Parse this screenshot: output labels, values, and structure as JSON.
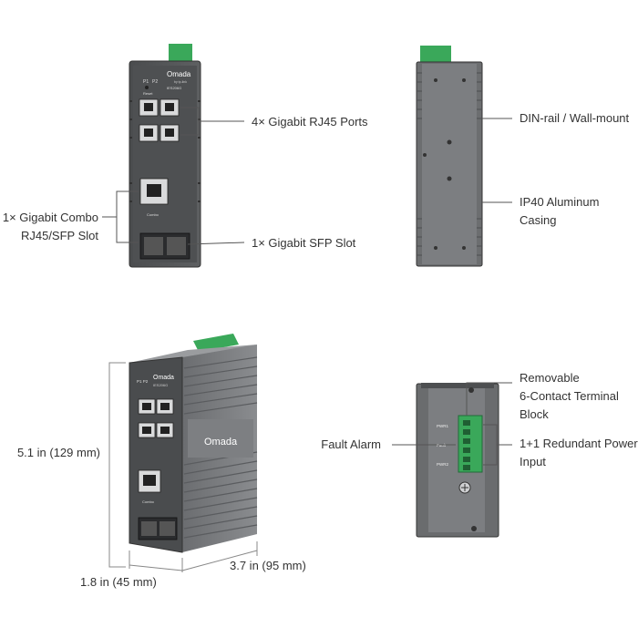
{
  "callouts": {
    "rj45_ports": "4× Gigabit RJ45 Ports",
    "combo_slot_line1": "1× Gigabit Combo",
    "combo_slot_line2": "RJ45/SFP Slot",
    "sfp_slot": "1× Gigabit SFP Slot",
    "din_rail": "DIN-rail / Wall-mount",
    "casing_line1": "IP40 Aluminum",
    "casing_line2": "Casing",
    "terminal_line1": "Removable",
    "terminal_line2": "6-Contact Terminal",
    "terminal_line3": "Block",
    "fault_alarm": "Fault Alarm",
    "power_line1": "1+1 Redundant Power",
    "power_line2": "Input"
  },
  "dimensions": {
    "height": "5.1 in (129 mm)",
    "depth": "3.7 in (95 mm)",
    "width": "1.8 in (45 mm)"
  },
  "device": {
    "brand": "Omada",
    "brand_sub": "by tp-link",
    "model": "IES206G",
    "panel_labels": [
      "P1",
      "P2",
      "Reset",
      "Combo"
    ],
    "terminal_labels": [
      "PWR1",
      "Fault",
      "PWR2"
    ]
  },
  "colors": {
    "housing": "#5b5d5f",
    "housing_dark": "#3f4143",
    "terminal": "#3aa85a",
    "line": "#555555"
  }
}
